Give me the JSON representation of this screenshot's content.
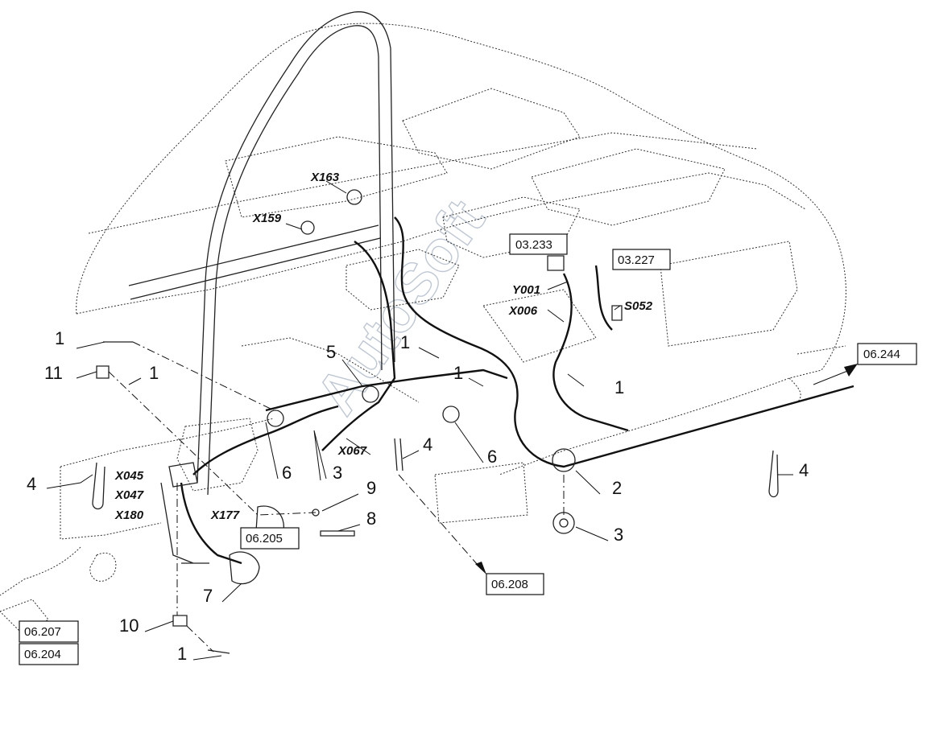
{
  "callouts": [
    "1",
    "11",
    "1",
    "4",
    "5",
    "1",
    "1",
    "1",
    "6",
    "3",
    "4",
    "6",
    "2",
    "9",
    "8",
    "3",
    "4",
    "7",
    "10",
    "1"
  ],
  "codes": [
    "X163",
    "X159",
    "Y001",
    "X006",
    "S052",
    "X067",
    "X045",
    "X047",
    "X180",
    "X177"
  ],
  "refs": [
    "03.233",
    "03.227",
    "06.244",
    "06.205",
    "06.208",
    "06.207",
    "06.204"
  ],
  "watermark": "AutoSoft"
}
